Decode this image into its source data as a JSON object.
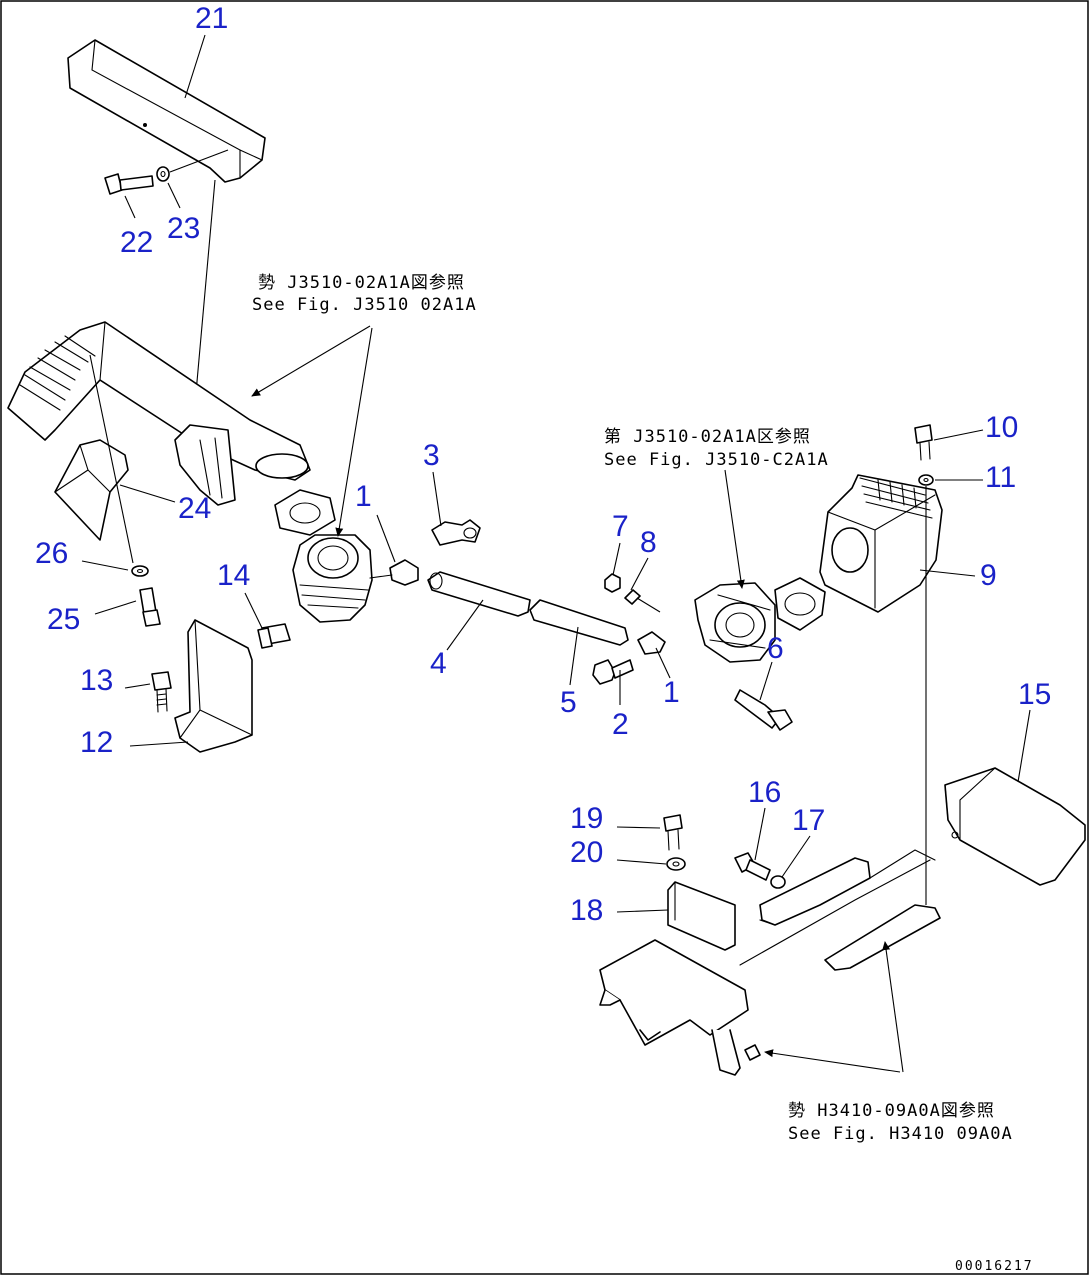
{
  "diagram": {
    "callouts": {
      "c21": "21",
      "c22": "22",
      "c23": "23",
      "c24": "24",
      "c26": "26",
      "c25": "25",
      "c14": "14",
      "c13": "13",
      "c12": "12",
      "c1a": "1",
      "c3": "3",
      "c4": "4",
      "c5": "5",
      "c7": "7",
      "c8": "8",
      "c2": "2",
      "c1b": "1",
      "c6": "6",
      "c10": "10",
      "c11": "11",
      "c9": "9",
      "c15": "15",
      "c16": "16",
      "c17": "17",
      "c19": "19",
      "c20": "20",
      "c18": "18"
    },
    "references": {
      "ref1_jp": "勢 J3510-02A1A図参照",
      "ref1_en": "See Fig. J3510 02A1A",
      "ref2_jp": "第 J3510-02A1A区参照",
      "ref2_en": "See Fig. J3510-C2A1A",
      "ref3_jp": "勢 H3410-09A0A図参照",
      "ref3_en": "See Fig. H3410 09A0A"
    },
    "doc_number": "00016217",
    "colors": {
      "callout": "#1a22c8",
      "lines": "#000000",
      "background": "#ffffff"
    }
  }
}
